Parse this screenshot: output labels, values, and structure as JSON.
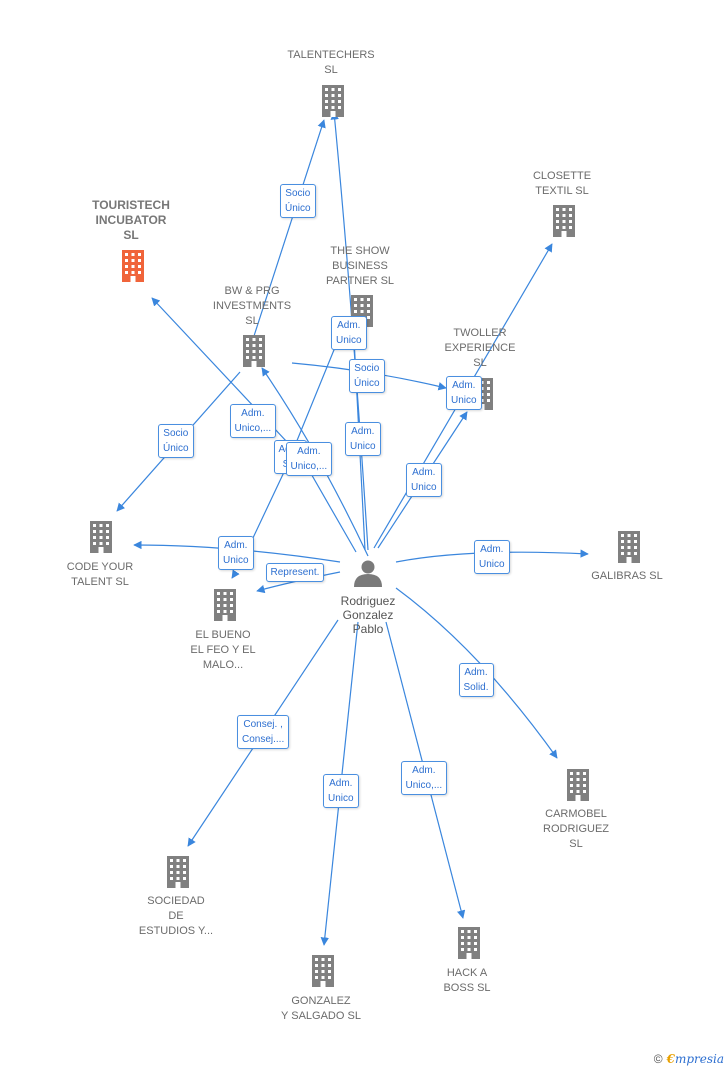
{
  "colors": {
    "edge": "#3a86dd",
    "building": "#808080",
    "focus_building": "#f0643a",
    "person": "#7a7a7a"
  },
  "center": {
    "id": "person",
    "label": "Rodriguez\nGonzalez\nPablo"
  },
  "nodes": [
    {
      "id": "talentechers",
      "label": "TALENTECHERS\nSL",
      "icon": "building-icon"
    },
    {
      "id": "tourisech",
      "label": "TOURISTECH\nINCUBATOR\nSL",
      "icon": "building-icon",
      "focus": true
    },
    {
      "id": "closette",
      "label": "CLOSETTE\nTEXTIL  SL",
      "icon": "building-icon"
    },
    {
      "id": "theshow",
      "label": "THE SHOW\nBUSINESS\nPARTNER SL",
      "icon": "building-icon"
    },
    {
      "id": "bwprg",
      "label": "BW & PRG\nINVESTMENTS\nSL",
      "icon": "building-icon"
    },
    {
      "id": "twoller",
      "label": "TWOLLER\nEXPERIENCE\nSL",
      "icon": "building-icon"
    },
    {
      "id": "codeyour",
      "label": "CODE YOUR\nTALENT  SL",
      "icon": "building-icon"
    },
    {
      "id": "galibras",
      "label": "GALIBRAS  SL",
      "icon": "building-icon"
    },
    {
      "id": "elbueno",
      "label": "EL BUENO\nEL FEO Y EL\nMALO...",
      "icon": "building-icon"
    },
    {
      "id": "carmobel",
      "label": "CARMOBEL\nRODRIGUEZ\nSL",
      "icon": "building-icon"
    },
    {
      "id": "sociedad",
      "label": "SOCIEDAD\nDE\nESTUDIOS Y...",
      "icon": "building-icon"
    },
    {
      "id": "gonzalez",
      "label": "GONZALEZ\nY SALGADO  SL",
      "icon": "building-icon"
    },
    {
      "id": "hacka",
      "label": "HACK A\nBOSS  SL",
      "icon": "building-icon"
    }
  ],
  "edge_labels": [
    {
      "id": "e1",
      "text": "Socio\nÚnico"
    },
    {
      "id": "e2",
      "text": "Adm.\nUnico"
    },
    {
      "id": "e3",
      "text": "Socio\nÚnico"
    },
    {
      "id": "e4",
      "text": "Adm.\nUnico"
    },
    {
      "id": "e5",
      "text": "Socio\nÚnico"
    },
    {
      "id": "e6",
      "text": "Adm.\nUnico,..."
    },
    {
      "id": "e7",
      "text": "Adm.\nS..."
    },
    {
      "id": "e8",
      "text": "Adm.\nUnico,..."
    },
    {
      "id": "e9",
      "text": "Adm.\nUnico"
    },
    {
      "id": "e10",
      "text": "Adm.\nUnico"
    },
    {
      "id": "e11",
      "text": "Adm.\nUnico"
    },
    {
      "id": "e12",
      "text": "Represent."
    },
    {
      "id": "e13",
      "text": "Adm.\nUnico"
    },
    {
      "id": "e14",
      "text": "Adm.\nSolid."
    },
    {
      "id": "e15",
      "text": "Consej. ,\nConsej...."
    },
    {
      "id": "e16",
      "text": "Adm.\nUnico"
    },
    {
      "id": "e17",
      "text": "Adm.\nUnico,..."
    }
  ],
  "footer": {
    "copyright": "©",
    "brand_initial": "€",
    "brand_rest": "mpresia"
  }
}
